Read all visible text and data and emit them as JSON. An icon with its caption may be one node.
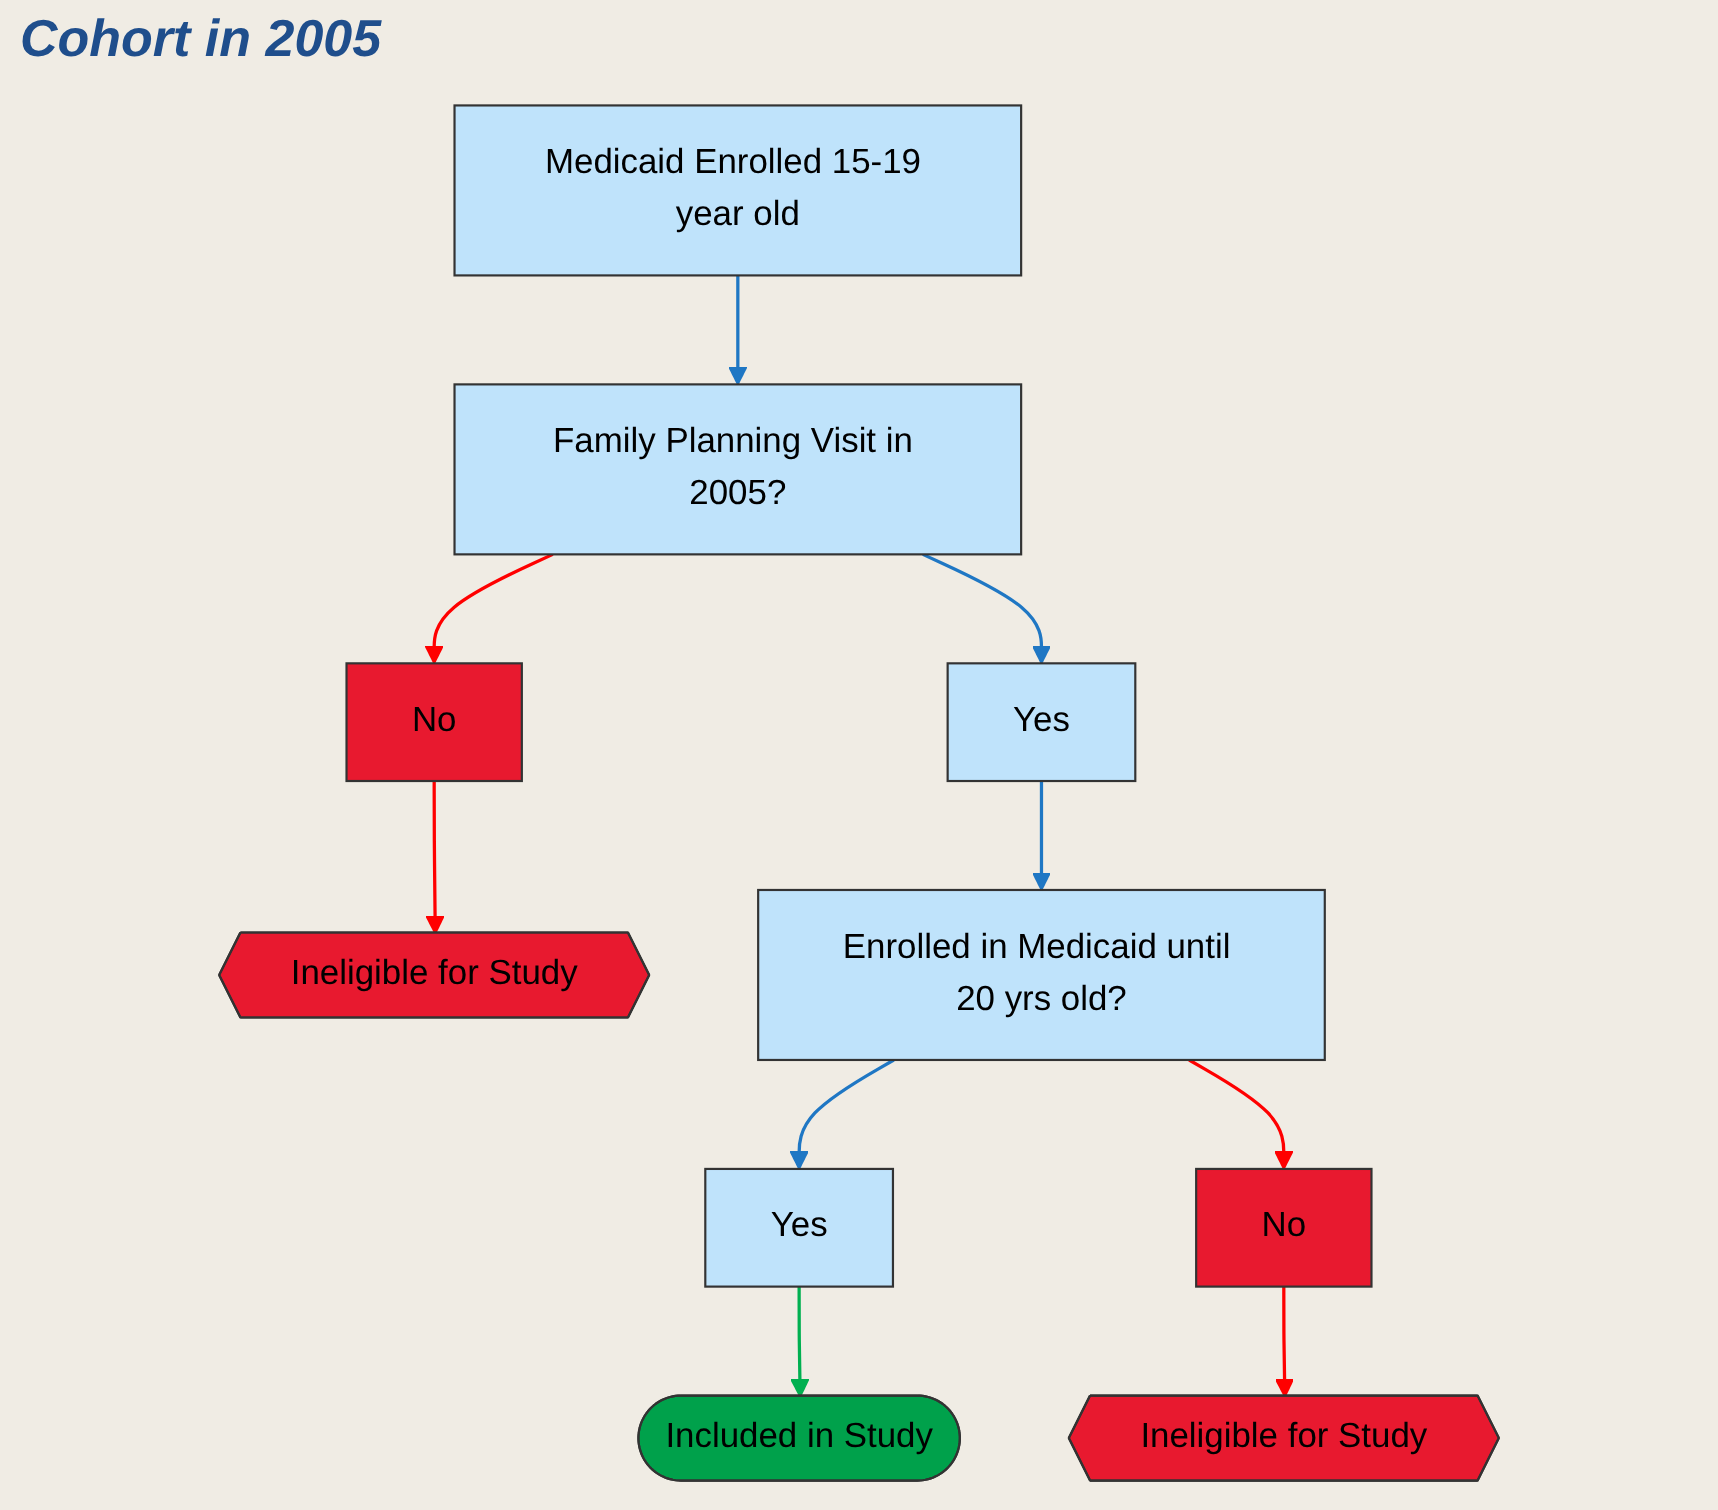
{
  "diagram": {
    "title": "Cohort in 2005",
    "nodes": [
      {
        "text": [
          "Medicaid Enrolled 15-19 year old"
        ]
      },
      {
        "text": [
          "Family Planning Visit in 2005?"
        ]
      },
      {
        "text": [
          "Yes"
        ]
      },
      {
        "text": [
          "No"
        ]
      },
      {
        "text": [
          "Ineligible for Study"
        ]
      },
      {
        "text": [
          "Enrolled in Medicaid until 20 yrs old?"
        ]
      },
      {
        "text": [
          "Yes"
        ]
      },
      {
        "text": [
          "No"
        ]
      },
      {
        "text": [
          "Included in Study"
        ]
      },
      {
        "text": [
          "Ineligible for Study"
        ]
      }
    ],
    "edges": [
      {
        "from": 0,
        "to": 1,
        "arrow": "to"
      },
      {
        "from": 1,
        "to": 2,
        "arrow": "to"
      },
      {
        "from": 1,
        "to": 3,
        "arrow": "to",
        "color": "#ff0000"
      },
      {
        "from": 3,
        "to": 4,
        "arrow": "to",
        "color": "#ff0000"
      },
      {
        "from": 2,
        "to": 5,
        "arrow": "to"
      },
      {
        "from": 5,
        "to": 6,
        "arrow": "to"
      },
      {
        "from": 5,
        "to": 7,
        "arrow": "to",
        "color": "#ff0000"
      },
      {
        "from": 6,
        "to": 8,
        "arrow": "to",
        "color": "#00b050"
      },
      {
        "from": 7,
        "to": 9,
        "arrow": "to",
        "color": "#ff0000"
      }
    ]
  }
}
